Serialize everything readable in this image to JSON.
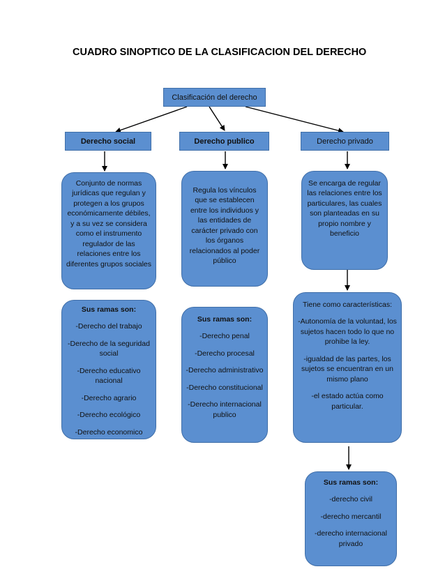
{
  "title": "CUADRO SINOPTICO DE LA CLASIFICACION DEL DERECHO",
  "root": "Clasificación del derecho",
  "social": {
    "header": "Derecho social",
    "definition": "Conjunto de normas jurídicas que regulan y protegen a los grupos económicamente débiles, y a su vez se considera como el instrumento regulador de las relaciones entre los diferentes grupos sociales",
    "branches_title": "Sus ramas son:",
    "branches": [
      "-Derecho del trabajo",
      "-Derecho de la seguridad social",
      "-Derecho educativo nacional",
      "-Derecho agrario",
      "-Derecho ecológico",
      "-Derecho economico"
    ]
  },
  "public": {
    "header": "Derecho publico",
    "definition": "Regula los vínculos que se establecen entre los individuos y las entidades de carácter privado con los órganos relacionados al poder público",
    "branches_title": "Sus ramas son:",
    "branches": [
      "-Derecho penal",
      "-Derecho procesal",
      "-Derecho administrativo",
      "-Derecho constitucional",
      "-Derecho internacional publico"
    ]
  },
  "private": {
    "header": "Derecho privado",
    "definition": "Se encarga de regular las relaciones entre los particulares, las cuales son planteadas en su propio nombre y beneficio",
    "features_title": "Tiene como características:",
    "features": [
      "-Autonomía de la voluntad, los sujetos hacen todo lo que no prohibe la ley.",
      "-igualdad de las partes, los sujetos se encuentran en un mismo plano",
      "-el estado actúa como particular."
    ],
    "branches_title": "Sus ramas son:",
    "branches": [
      "-derecho civil",
      "-derecho mercantil",
      "-derecho internacional privado"
    ]
  }
}
